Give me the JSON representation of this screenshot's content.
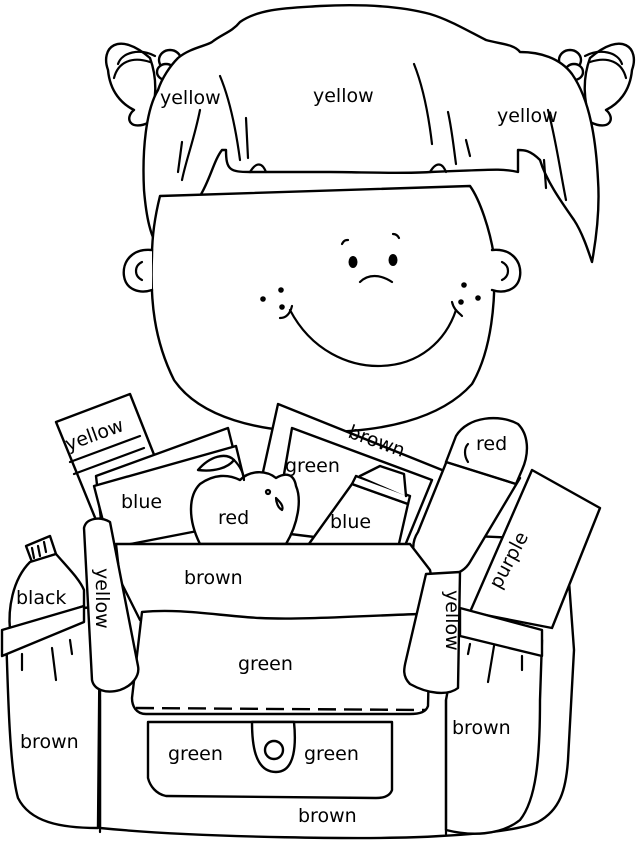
{
  "page": {
    "title": "Color by Word - Girl with School Backpack",
    "background": "#ffffff",
    "line_color": "#000000"
  },
  "labels": {
    "hair_left": "yellow",
    "hair_center": "yellow",
    "hair_right": "yellow",
    "crayon_box": "yellow",
    "book_left": "blue",
    "apple": "red",
    "folder_frame": "brown",
    "folder_inner": "green",
    "glue_stick": "blue",
    "pencil_case_cap": "red",
    "notebook_right": "purple",
    "bottle": "black",
    "strap_left": "yellow",
    "strap_right": "yellow",
    "bag_top": "brown",
    "bag_flap": "green",
    "pocket_left": "green",
    "pocket_right": "green",
    "bag_bottom": "brown",
    "side_pocket_left": "brown",
    "side_pocket_right": "brown"
  },
  "icons": {
    "girl_face": "smiling-face-icon",
    "apple": "apple-icon",
    "bottle": "water-bottle-icon",
    "backpack": "backpack-icon",
    "buckle": "buckle-icon"
  }
}
